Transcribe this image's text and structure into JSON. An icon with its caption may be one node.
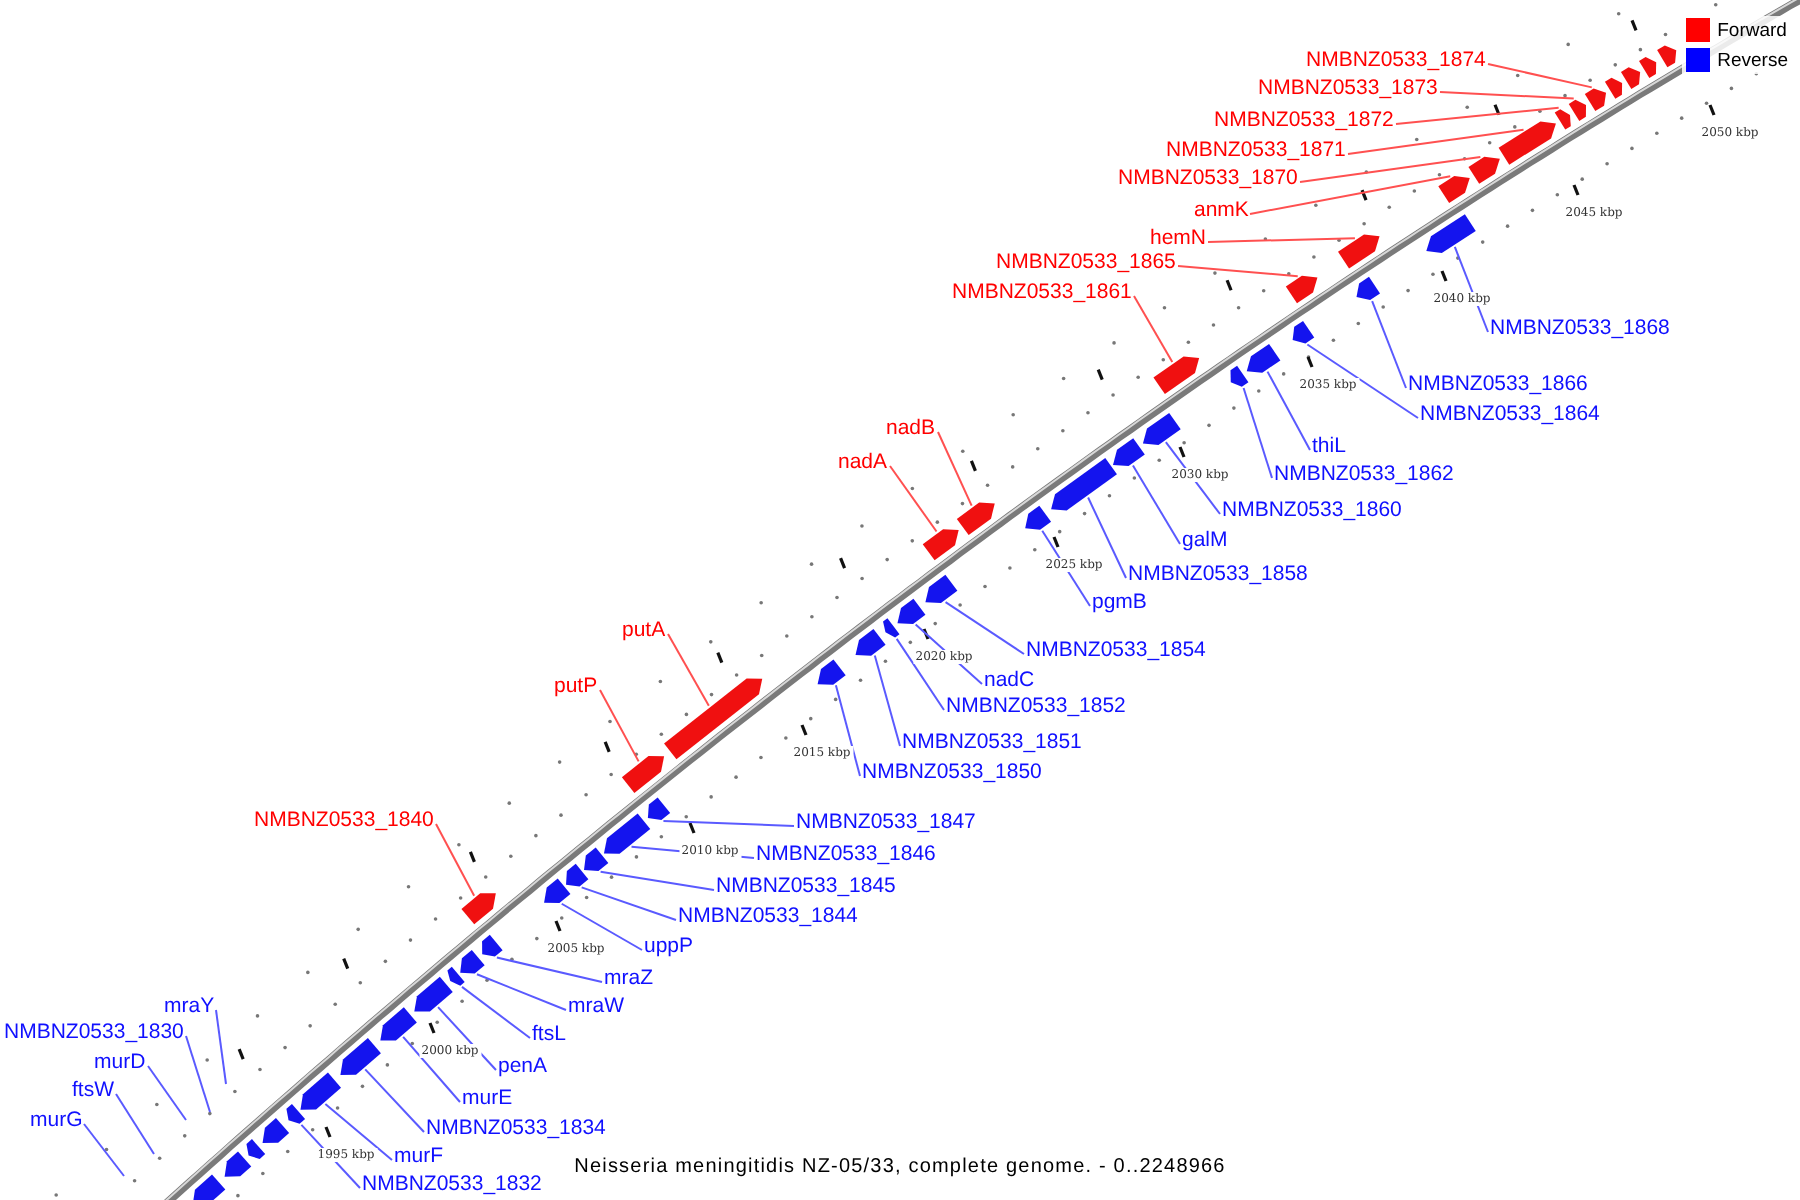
{
  "diagram": {
    "caption": "Neisseria meningitidis NZ-05/33, complete genome. - 0..2248966",
    "nodes": [
      {
        "text": [
          "NMBNZ0533_1874"
        ]
      },
      {
        "text": [
          "NMBNZ0533_1873"
        ]
      },
      {
        "text": [
          "NMBNZ0533_1872"
        ]
      },
      {
        "text": [
          "NMBNZ0533_1871"
        ]
      },
      {
        "text": [
          "NMBNZ0533_1870"
        ]
      },
      {
        "text": [
          "anmK"
        ]
      },
      {
        "text": [
          "hemN"
        ]
      },
      {
        "text": [
          "NMBNZ0533_1865"
        ]
      },
      {
        "text": [
          "NMBNZ0533_1861"
        ]
      },
      {
        "text": [
          "NMBNZ0533_1868"
        ]
      },
      {
        "text": [
          "NMBNZ0533_1866"
        ]
      },
      {
        "text": [
          "NMBNZ0533_1864"
        ]
      },
      {
        "text": [
          "nadB"
        ]
      },
      {
        "text": [
          "thiL"
        ]
      },
      {
        "text": [
          "nadA"
        ]
      },
      {
        "text": [
          "NMBNZ0533_1862"
        ]
      },
      {
        "text": [
          "NMBNZ0533_1860"
        ]
      },
      {
        "text": [
          "galM"
        ]
      },
      {
        "text": [
          "NMBNZ0533_1858"
        ]
      },
      {
        "text": [
          "pgmB"
        ]
      },
      {
        "text": [
          "putA"
        ]
      },
      {
        "text": [
          "NMBNZ0533_1854"
        ]
      },
      {
        "text": [
          "nadC"
        ]
      },
      {
        "text": [
          "putP"
        ]
      },
      {
        "text": [
          "NMBNZ0533_1852"
        ]
      },
      {
        "text": [
          "NMBNZ0533_1851"
        ]
      },
      {
        "text": [
          "NMBNZ0533_1850"
        ]
      },
      {
        "text": [
          "NMBNZ0533_1840"
        ]
      },
      {
        "text": [
          "NMBNZ0533_1847"
        ]
      },
      {
        "text": [
          "NMBNZ0533_1846"
        ]
      },
      {
        "text": [
          "NMBNZ0533_1845"
        ]
      },
      {
        "text": [
          "NMBNZ0533_1844"
        ]
      },
      {
        "text": [
          "uppP"
        ]
      },
      {
        "text": [
          "mraZ"
        ]
      },
      {
        "text": [
          "mraY"
        ]
      },
      {
        "text": [
          "mraW"
        ]
      },
      {
        "text": [
          "ftsL"
        ]
      },
      {
        "text": [
          "NMBNZ0533_1830"
        ]
      },
      {
        "text": [
          "murD"
        ]
      },
      {
        "text": [
          "penA"
        ]
      },
      {
        "text": [
          "ftsW"
        ]
      },
      {
        "text": [
          "murE"
        ]
      },
      {
        "text": [
          "murG"
        ]
      },
      {
        "text": [
          "NMBNZ0533_1834"
        ]
      },
      {
        "text": [
          "murF"
        ]
      },
      {
        "text": [
          "NMBNZ0533_1832"
        ]
      },
      {
        "text": [],
        "shape": "bar"
      },
      {
        "text": [],
        "shape": "bar"
      },
      {
        "text": [],
        "shape": "bar"
      },
      {
        "text": [],
        "shape": "bar"
      },
      {
        "text": [],
        "shape": "bar"
      },
      {
        "text": [],
        "shape": "bar"
      },
      {
        "text": [],
        "shape": "bar"
      },
      {
        "text": [],
        "shape": "bar"
      },
      {
        "text": [],
        "shape": "bar"
      },
      {
        "text": [],
        "shape": "bar"
      },
      {
        "text": [],
        "shape": "bar"
      },
      {
        "text": [],
        "shape": "bar"
      },
      {
        "text": [],
        "shape": "bar"
      },
      {
        "text": [],
        "shape": "bar"
      },
      {
        "text": [],
        "shape": "bar"
      },
      {
        "text": [],
        "shape": "bar"
      },
      {
        "text": [],
        "shape": "bar"
      },
      {
        "text": [],
        "shape": "bar"
      },
      {
        "text": [],
        "shape": "bar"
      },
      {
        "text": [],
        "shape": "bar"
      },
      {
        "text": [],
        "shape": "bar"
      },
      {
        "text": [],
        "shape": "bar"
      },
      {
        "text": [],
        "shape": "bar"
      },
      {
        "text": [],
        "shape": "bar"
      },
      {
        "text": [],
        "shape": "bar"
      },
      {
        "text": [],
        "shape": "bar"
      },
      {
        "text": [],
        "shape": "bar"
      },
      {
        "text": [],
        "shape": "bar"
      },
      {
        "text": [],
        "shape": "bar"
      },
      {
        "text": [],
        "shape": "bar"
      },
      {
        "text": [],
        "shape": "bar"
      },
      {
        "text": [],
        "shape": "bar"
      },
      {
        "text": [],
        "shape": "bar"
      },
      {
        "text": [],
        "shape": "bar"
      },
      {
        "text": [],
        "shape": "bar"
      },
      {
        "text": [],
        "shape": "bar"
      },
      {
        "text": [],
        "shape": "bar"
      },
      {
        "text": [],
        "shape": "bar"
      },
      {
        "text": [],
        "shape": "bar"
      },
      {
        "text": [],
        "shape": "bar"
      },
      {
        "text": [],
        "shape": "bar"
      },
      {
        "text": [],
        "shape": "bar"
      },
      {
        "text": [],
        "shape": "bar"
      },
      {
        "text": [],
        "shape": "bar"
      },
      {
        "text": [],
        "shape": "bar"
      },
      {
        "text": [],
        "shape": "bar"
      },
      {
        "text": [],
        "shape": "bar"
      },
      {
        "text": [],
        "shape": "bar"
      },
      {
        "text": [],
        "shape": "bar"
      }
    ],
    "edges": [
      {
        "from": 0,
        "to": 90,
        "arrow": "none",
        "color": "#ff5050"
      },
      {
        "from": 1,
        "to": 89,
        "arrow": "none",
        "color": "#ff5050"
      },
      {
        "from": 2,
        "to": 88,
        "arrow": "none",
        "color": "#ff5050"
      },
      {
        "from": 3,
        "to": 87,
        "arrow": "none",
        "color": "#ff5050"
      },
      {
        "from": 4,
        "to": 86,
        "arrow": "none",
        "color": "#ff5050"
      },
      {
        "from": 5,
        "to": 85,
        "arrow": "none",
        "color": "#ff5050"
      },
      {
        "from": 6,
        "to": 83,
        "arrow": "none",
        "color": "#ff5050"
      },
      {
        "from": 7,
        "to": 81,
        "arrow": "none",
        "color": "#ff5050"
      },
      {
        "from": 8,
        "to": 77,
        "arrow": "none",
        "color": "#ff5050"
      },
      {
        "from": 9,
        "to": 84,
        "arrow": "none"
      },
      {
        "from": 10,
        "to": 82,
        "arrow": "none"
      },
      {
        "from": 11,
        "to": 80,
        "arrow": "none"
      },
      {
        "from": 12,
        "to": 72,
        "arrow": "none",
        "color": "#ff5050"
      },
      {
        "from": 13,
        "to": 79,
        "arrow": "none"
      },
      {
        "from": 14,
        "to": 71,
        "arrow": "none",
        "color": "#ff5050"
      },
      {
        "from": 15,
        "to": 78,
        "arrow": "none"
      },
      {
        "from": 16,
        "to": 76,
        "arrow": "none"
      },
      {
        "from": 17,
        "to": 75,
        "arrow": "none"
      },
      {
        "from": 18,
        "to": 74,
        "arrow": "none"
      },
      {
        "from": 19,
        "to": 73,
        "arrow": "none"
      },
      {
        "from": 20,
        "to": 65,
        "arrow": "none",
        "color": "#ff5050"
      },
      {
        "from": 21,
        "to": 70,
        "arrow": "none"
      },
      {
        "from": 22,
        "to": 69,
        "arrow": "none"
      },
      {
        "from": 23,
        "to": 64,
        "arrow": "none",
        "color": "#ff5050"
      },
      {
        "from": 24,
        "to": 68,
        "arrow": "none"
      },
      {
        "from": 25,
        "to": 67,
        "arrow": "none"
      },
      {
        "from": 26,
        "to": 66,
        "arrow": "none"
      },
      {
        "from": 27,
        "to": 58,
        "arrow": "none",
        "color": "#ff5050"
      },
      {
        "from": 28,
        "to": 63,
        "arrow": "none"
      },
      {
        "from": 29,
        "to": 62,
        "arrow": "none"
      },
      {
        "from": 30,
        "to": 61,
        "arrow": "none"
      },
      {
        "from": 31,
        "to": 60,
        "arrow": "none"
      },
      {
        "from": 32,
        "to": 59,
        "arrow": "none"
      },
      {
        "from": 33,
        "to": 57,
        "arrow": "none"
      },
      {
        "from": 34,
        "to": null,
        "arrow": "none"
      },
      {
        "from": 35,
        "to": 56,
        "arrow": "none"
      },
      {
        "from": 36,
        "to": 55,
        "arrow": "none"
      },
      {
        "from": 37,
        "to": null,
        "arrow": "none"
      },
      {
        "from": 38,
        "to": null,
        "arrow": "none"
      },
      {
        "from": 39,
        "to": 54,
        "arrow": "none"
      },
      {
        "from": 40,
        "to": null,
        "arrow": "none"
      },
      {
        "from": 41,
        "to": 53,
        "arrow": "none"
      },
      {
        "from": 42,
        "to": null,
        "arrow": "none"
      },
      {
        "from": 43,
        "to": 52,
        "arrow": "none"
      },
      {
        "from": 44,
        "to": 51,
        "arrow": "none"
      },
      {
        "from": 45,
        "to": 50,
        "arrow": "none"
      }
    ],
    "labels": [
      "2050 kbp",
      "2045 kbp",
      "2040 kbp",
      "2035 kbp",
      "2030 kbp",
      "2025 kbp",
      "2020 kbp",
      "2015 kbp",
      "2010 kbp",
      "2005 kbp",
      "2000 kbp",
      "1995 kbp"
    ],
    "legend": [
      {
        "text": "Forward",
        "color": "#ff0000"
      },
      {
        "text": "Reverse",
        "color": "#0000ff"
      }
    ]
  }
}
